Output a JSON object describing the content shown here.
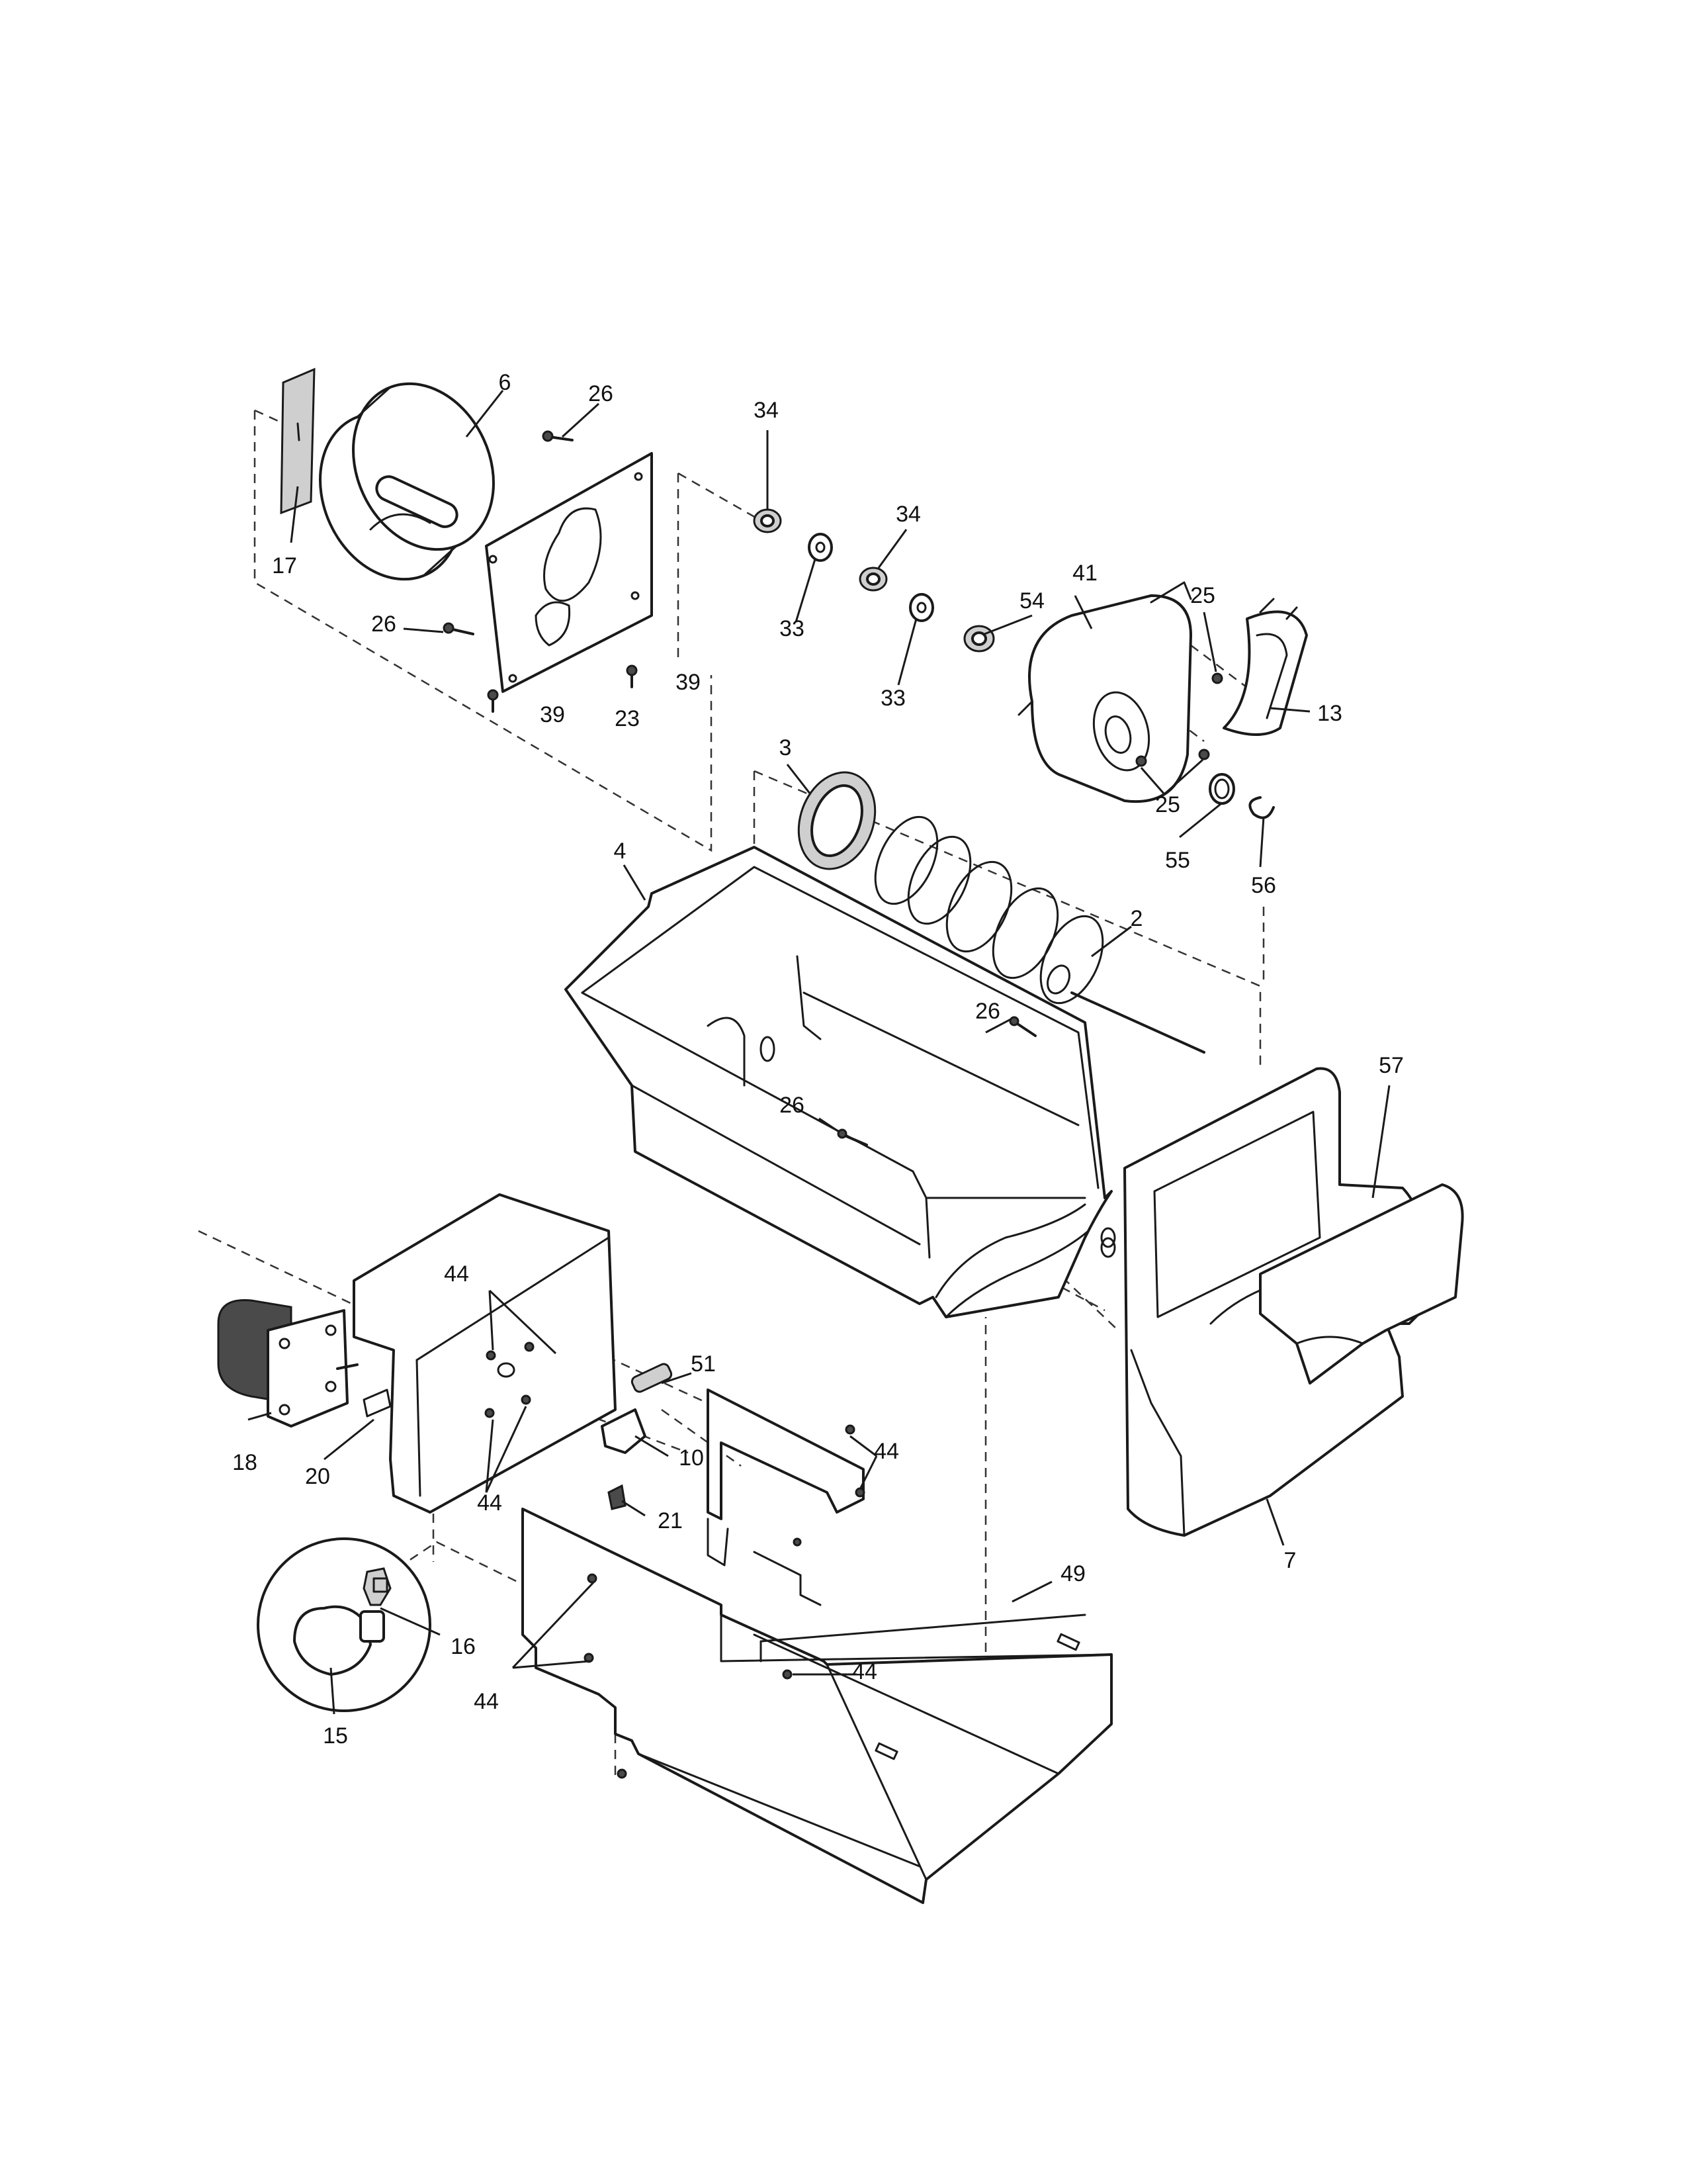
{
  "callouts": {
    "c2": "2",
    "c3": "3",
    "c4": "4",
    "c6": "6",
    "c7": "7",
    "c10": "10",
    "c13": "13",
    "c15": "15",
    "c16": "16",
    "c17": "17",
    "c18": "18",
    "c20": "20",
    "c21": "21",
    "c23": "23",
    "c25a": "25",
    "c25b": "25",
    "c26a": "26",
    "c26b": "26",
    "c26c": "26",
    "c26d": "26",
    "c33a": "33",
    "c33b": "33",
    "c34a": "34",
    "c34b": "34",
    "c39a": "39",
    "c39b": "39",
    "c41": "41",
    "c44a": "44",
    "c44b": "44",
    "c44c": "44",
    "c44d": "44",
    "c44e": "44",
    "c49": "49",
    "c51": "51",
    "c54": "54",
    "c55": "55",
    "c56": "56",
    "c57": "57"
  }
}
